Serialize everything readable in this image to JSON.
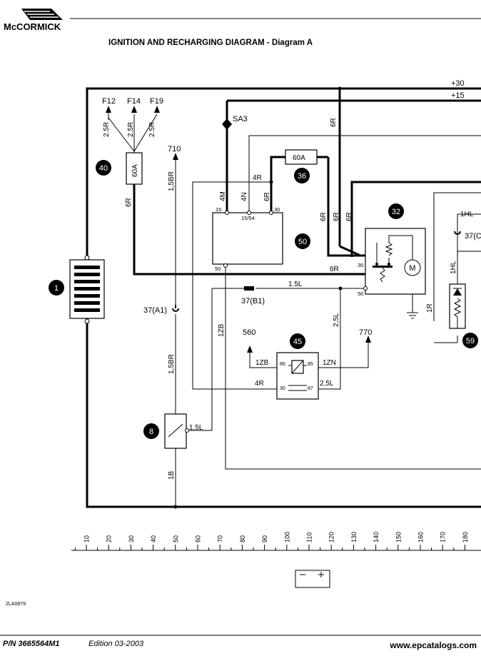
{
  "header": {
    "brand": "McCORMICK",
    "title": "IGNITION AND RECHARGING DIAGRAM - Diagram A"
  },
  "footer": {
    "part_number": "P/N 3665564M1",
    "edition": "Edition 03-2003",
    "website": "www.epcatalogs.com",
    "drawing_ref": "2LA0879"
  },
  "rails": {
    "r30": "+30",
    "r15": "+15"
  },
  "components": {
    "c1": "1",
    "c8": "8",
    "c32": "32",
    "c36": "36",
    "c40": "40",
    "c45": "45",
    "c50": "50",
    "c59": "59"
  },
  "labels": {
    "fuse_40": "60A",
    "fuse_36": "60A",
    "sa3": "SA3",
    "f12": "F12",
    "f14": "F14",
    "f19": "F19",
    "w_25r_a": "2.5R",
    "w_25r_b": "2.5R",
    "w_25r_c": "2.5R",
    "w_6r_fuse": "6R",
    "w_6r_top": "6R",
    "w_6r_a": "6R",
    "w_6r_b": "6R",
    "w_6r_c": "6R",
    "w_6r_bot": "6R",
    "w_6r_block": "6R",
    "w_4m": "4M",
    "w_4n": "4N",
    "w_4r_top": "4R",
    "w_4r_relay": "4R",
    "t15": "15",
    "t1554": "15/54",
    "t30": "30",
    "t50": "50",
    "t710": "710",
    "w_15br_top": "1,5BR",
    "w_15br_bot": "1,5BR",
    "conn_37a1": "37(A1)",
    "conn_37b1": "37(B1)",
    "w_15l_b1": "1.5L",
    "w_15l_8": "1,5L",
    "w_1zb_v": "1ZB",
    "w_25l_v": "2,5L",
    "t560": "560",
    "t770": "770",
    "w_1zb_h": "1ZB",
    "w_1zn_h": "1ZN",
    "w_25l_h": "2,5L",
    "p86": "86",
    "p85": "85",
    "p30": "30",
    "p87": "87",
    "w_1b": "1B",
    "m_label": "M",
    "t30_starter": "30",
    "t50_starter": "50",
    "w_1hl_a": "1HL",
    "w_1hl_b": "1HL",
    "w_1r": "1R",
    "conn_37c": "37(C"
  },
  "scale": {
    "ticks": [
      "10",
      "20",
      "30",
      "40",
      "50",
      "60",
      "70",
      "80",
      "90",
      "100",
      "110",
      "120",
      "130",
      "140",
      "150",
      "160",
      "170",
      "180"
    ]
  },
  "colors": {
    "line": "#000000",
    "background": "#ffffff"
  }
}
